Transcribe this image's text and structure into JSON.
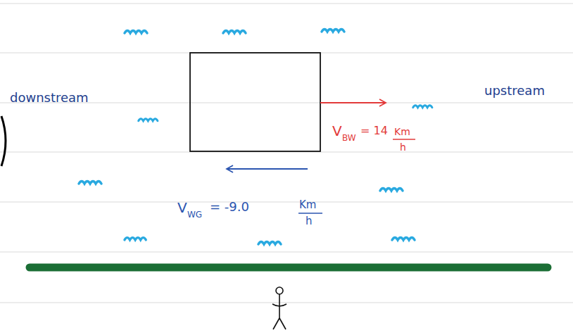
{
  "diagram": {
    "labels": [
      "downstream",
      "upstream",
      "V",
      "BW",
      "= 14",
      "Km",
      "h",
      "V",
      "WG",
      "= -9.0",
      "Km",
      "h"
    ]
  }
}
